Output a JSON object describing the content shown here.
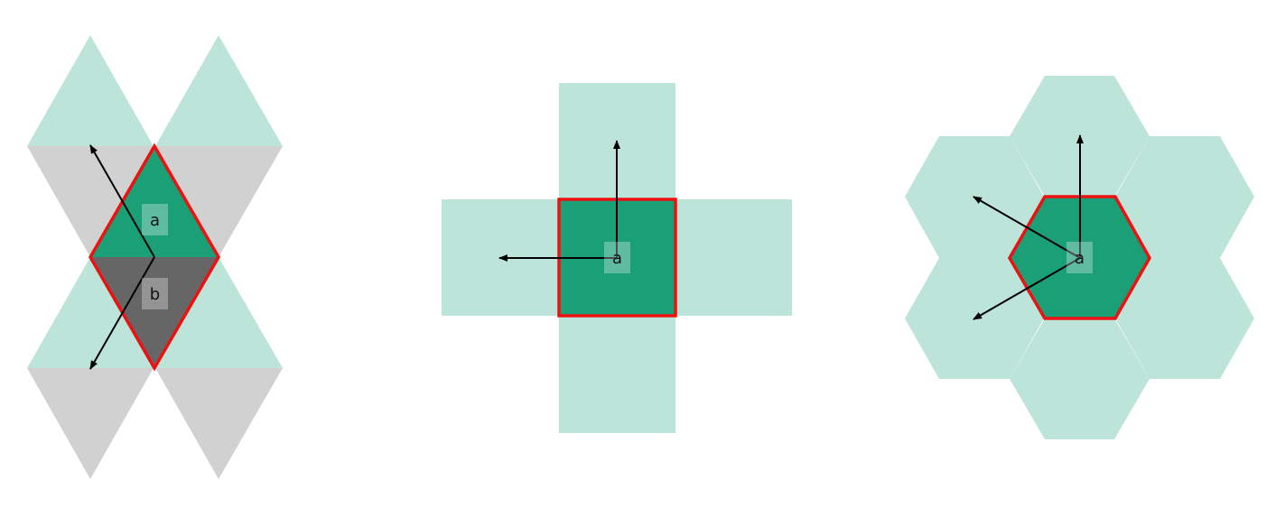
{
  "colors": {
    "light_green": "#bde4d9",
    "green": "#1a9f77",
    "light_gray": "#d1d1d1",
    "dark_gray": "#666666",
    "red": "#ee1111",
    "arrow": "#000000",
    "label_bg": "#ffffff"
  },
  "panels": [
    {
      "name": "triangle-lattice",
      "labels": [
        "a",
        "b"
      ]
    },
    {
      "name": "square-lattice",
      "labels": [
        "a"
      ]
    },
    {
      "name": "hexagon-lattice",
      "labels": [
        "a"
      ]
    }
  ]
}
